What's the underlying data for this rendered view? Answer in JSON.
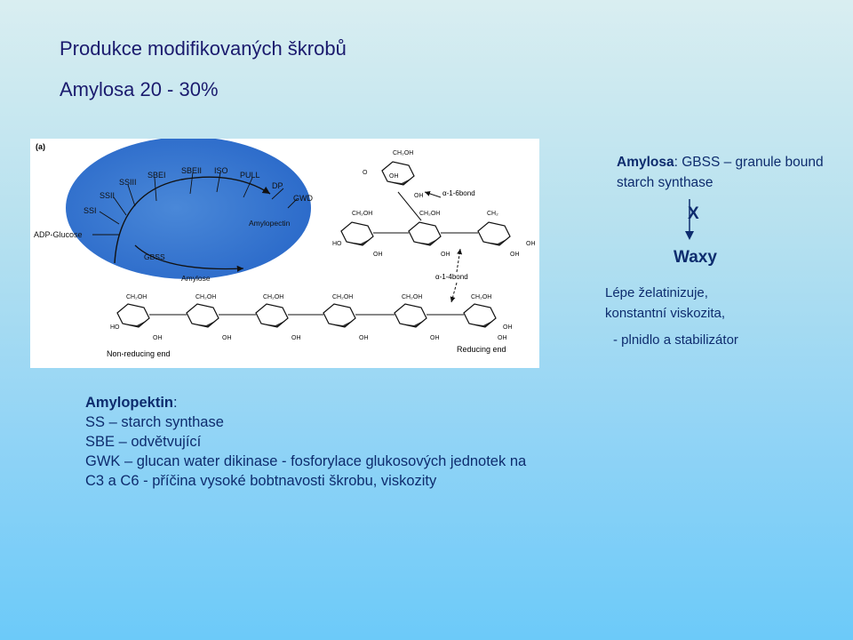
{
  "title": "Produkce modifikovaných škrobů",
  "subtitle": "Amylosa 20 -  30%",
  "figure": {
    "panel_label": "(a)",
    "enzymes": [
      "SSIII",
      "SBEI",
      "SBEII",
      "ISO",
      "PULL",
      "DP",
      "GWD",
      "SSII",
      "SSI"
    ],
    "substrate": "ADP-Glucose",
    "granule_labels": {
      "amylopectin": "Amylopectin",
      "gbss": "GBSS",
      "amylose": "Amylose"
    },
    "bonds": {
      "alpha16": "α-1-6bond",
      "alpha14": "α-1-4bond"
    },
    "ends": {
      "non_reducing": "Non-reducing end",
      "reducing": "Reducing end"
    },
    "groups": {
      "ch2oh": "CH₂OH",
      "ch2": "CH₂",
      "oh": "OH",
      "ho": "HO",
      "o": "O"
    }
  },
  "amylosa": {
    "heading": "Amylosa",
    "text": ": GBSS – granule bound starch synthase",
    "x": "X",
    "waxy": "Waxy",
    "props_line1": "Lépe želatinizuje,",
    "props_line2": "konstantní viskozita,",
    "props_line3": "- plnidlo a stabilizátor"
  },
  "amylopektin": {
    "heading": "Amylopektin",
    "colon": ":",
    "line1": "SS – starch synthase",
    "line2": "SBE – odvětvující",
    "line3": "GWK – glucan water dikinase - fosforylace glukosových jednotek na C3 a C6 - příčina vysoké bobtnavosti škrobu, viskozity"
  }
}
